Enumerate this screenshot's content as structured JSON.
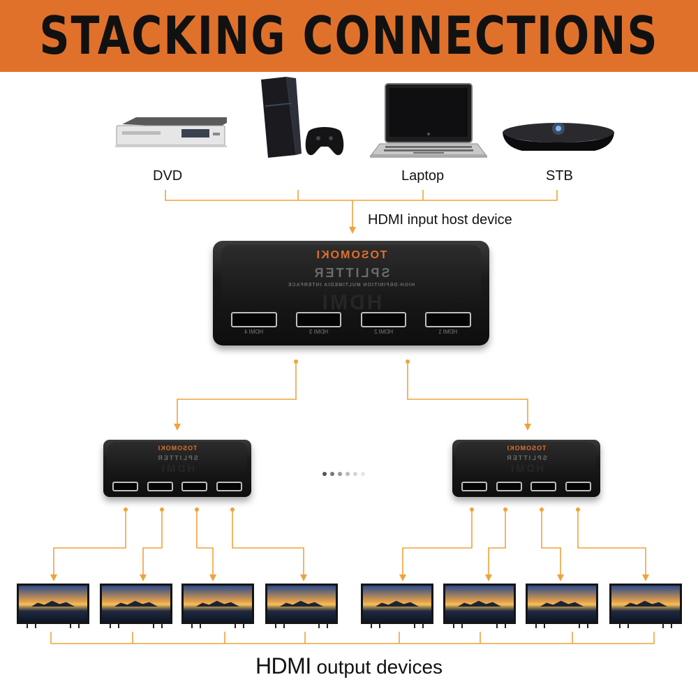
{
  "header": {
    "title": "STACKING CONNECTIONS"
  },
  "sources": [
    {
      "name": "dvd",
      "label": "DVD"
    },
    {
      "name": "console",
      "label": ""
    },
    {
      "name": "laptop",
      "label": "Laptop"
    },
    {
      "name": "stb",
      "label": "STB"
    }
  ],
  "input_label": "HDMI input host device",
  "main_splitter": {
    "brand": "TOSOMOKI",
    "product": "SPLITTER",
    "subtitle": "HIGH-DEFINITION MULTIMEDIA INTERFACE",
    "logo": "HDMI",
    "ports": [
      "HDMI 4",
      "HDMI 3",
      "HDMI 2",
      "HDMI 1"
    ]
  },
  "sub_splitter": {
    "brand": "TOSOMOKI",
    "product": "SPLITTER",
    "logo": "HDMI"
  },
  "output_label_bold": "HDMI",
  "output_label_rest": " output devices",
  "colors": {
    "banner": "#e0712b",
    "wire": "#f0a23c",
    "text": "#111111"
  },
  "icons": [
    "dvd-player-icon",
    "game-console-icon",
    "laptop-icon",
    "set-top-box-icon",
    "tv-icon",
    "hdmi-port-icon"
  ]
}
